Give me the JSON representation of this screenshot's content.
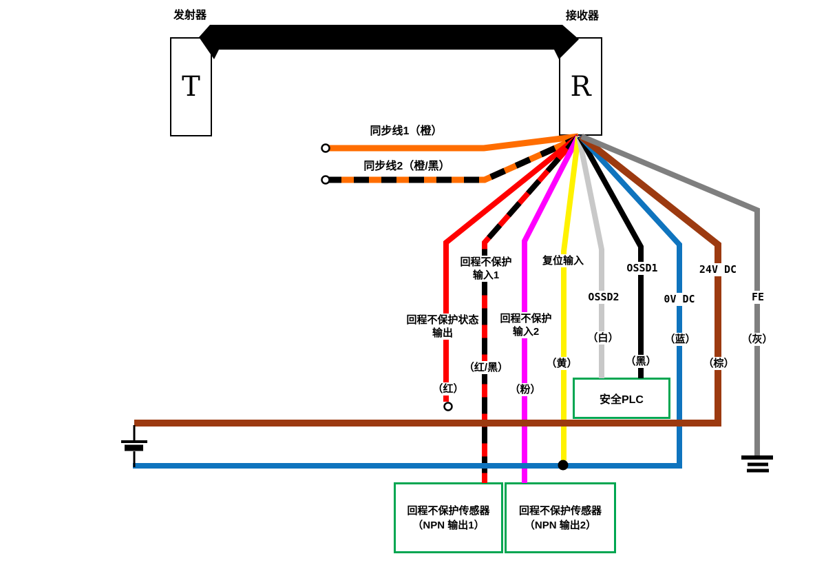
{
  "colors": {
    "black": "#000000",
    "orange": "#FF6D00",
    "red": "#FF0000",
    "magenta": "#FF00FF",
    "yellow": "#FFF200",
    "white_wire": "#C8C8C8",
    "blue": "#0F74BE",
    "brown": "#9C3A10",
    "gray": "#7F7F7F",
    "green": "#00A651",
    "white": "#FFFFFF"
  },
  "transmitter": {
    "label": "发射器",
    "letter": "T"
  },
  "receiver": {
    "label": "接收器",
    "letter": "R"
  },
  "sync1": {
    "label": "同步线1（橙）"
  },
  "sync2": {
    "label": "同步线2（橙/黑）"
  },
  "signals": {
    "status": {
      "line1": "回程不保护状态",
      "line2": "输出",
      "color_label": "（红）"
    },
    "input1": {
      "line1": "回程不保护",
      "line2": "输入1",
      "color_label": "（红/黑）"
    },
    "input2": {
      "line1": "回程不保护",
      "line2": "输入2",
      "color_label": "（粉）"
    },
    "reset": {
      "label": "复位输入",
      "color_label": "（黄）"
    },
    "ossd2": {
      "label": "OSSD2",
      "color_label": "（白）"
    },
    "ossd1": {
      "label": "OSSD1",
      "color_label": "（黑）"
    },
    "zero_v": {
      "label": "0V DC",
      "color_label": "（蓝）"
    },
    "v24": {
      "label": "24V DC",
      "color_label": "（棕）"
    },
    "fe": {
      "label": "FE",
      "color_label": "（灰）"
    }
  },
  "plc": {
    "label": "安全PLC"
  },
  "sensor1": {
    "line1": "回程不保护传感器",
    "line2": "（NPN 输出1）"
  },
  "sensor2": {
    "line1": "回程不保护传感器",
    "line2": "（NPN 输出2）"
  }
}
